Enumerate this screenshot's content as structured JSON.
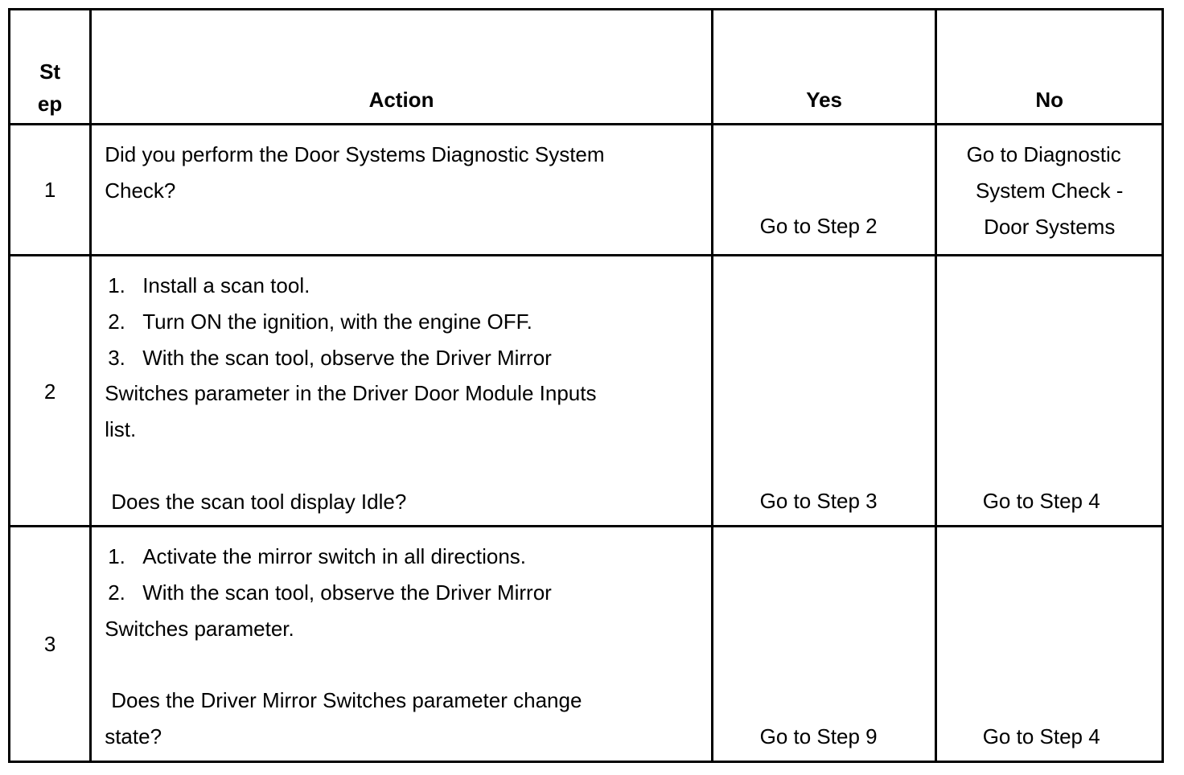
{
  "header": {
    "step_line1": "St",
    "step_line2": "ep",
    "action": "Action",
    "yes": "Yes",
    "no": "No"
  },
  "rows": [
    {
      "step": "1",
      "action_text": "Did you perform the Door Systems Diagnostic System",
      "action_text2": "Check?",
      "yes": "Go to Step 2",
      "no_line1": "Go to Diagnostic",
      "no_line2": "System Check -",
      "no_line3": "Door Systems"
    },
    {
      "step": "2",
      "items": [
        {
          "num": "1.",
          "text": "Install a scan tool."
        },
        {
          "num": "2.",
          "text": "Turn ON the ignition, with the engine OFF."
        },
        {
          "num": "3.",
          "text": "With the scan tool, observe the Driver Mirror"
        }
      ],
      "continuation1": "Switches parameter in the Driver Door Module Inputs",
      "continuation2": "list.",
      "question": "Does the scan tool display Idle?",
      "yes": "Go to Step 3",
      "no": "Go to Step 4"
    },
    {
      "step": "3",
      "items": [
        {
          "num": "1.",
          "text": "Activate the mirror switch in all directions."
        },
        {
          "num": "2.",
          "text": "With the scan tool, observe the Driver Mirror"
        }
      ],
      "continuation1": "Switches parameter.",
      "question_line1": "Does the Driver Mirror Switches parameter change",
      "question_line2": "state?",
      "yes": "Go to Step 9",
      "no": "Go to Step 4"
    }
  ]
}
